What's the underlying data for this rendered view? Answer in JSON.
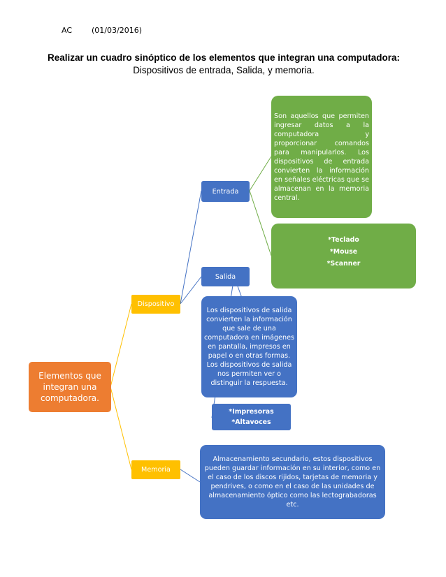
{
  "header": {
    "initials": "AC",
    "date": "(01/03/2016)"
  },
  "title": {
    "bold_part": "Realizar un cuadro sinóptico de los elementos que integran una computadora:",
    "normal_part": " Dispositivos de entrada, Salida, y memoria."
  },
  "nodes": {
    "root": "Elementos que integran una computadora.",
    "dispositivo": "Dispositivo",
    "memoria": "Memoria",
    "entrada": "Entrada",
    "salida": "Salida",
    "entrada_desc": "Son aquellos que permiten ingresar datos a la computadora y proporcionar comandos para manipularlos. Los dispositivos de entrada convierten la información en señales eléctricas que se almacenan en la memoria central.",
    "entrada_items": [
      "*Teclado",
      "*Mouse",
      "*Scanner"
    ],
    "salida_desc": "Los dispositivos de salida convierten la información que sale de una computadora en imágenes en pantalla, impresos en papel o en otras formas. Los dispositivos de salida nos permiten ver o distinguir la respuesta.",
    "salida_items": [
      "*Impresoras",
      "*Altavoces"
    ],
    "memoria_desc": "Almacenamiento secundario, estos dispositivos pueden guardar información en su interior, como en el caso de los discos rijidos, tarjetas de memoria y pendrives, o como en el caso de las unidades de almacenamiento óptico como las lectograbadoras etc."
  },
  "colors": {
    "root": "#ed7d31",
    "level1": "#ffc000",
    "level2": "#4472c4",
    "entrada_children": "#70ad47"
  }
}
